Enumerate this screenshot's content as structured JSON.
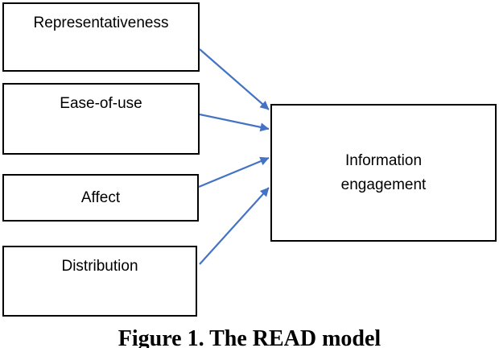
{
  "figure": {
    "caption": "Figure 1. The READ model"
  },
  "diagram": {
    "nodes": [
      {
        "id": "representativeness",
        "label": "Representativeness"
      },
      {
        "id": "ease-of-use",
        "label": "Ease-of-use"
      },
      {
        "id": "affect",
        "label": "Affect"
      },
      {
        "id": "distribution",
        "label": "Distribution"
      },
      {
        "id": "information-engagement",
        "label": "Information\nengagement"
      }
    ],
    "edges": [
      {
        "from": "representativeness",
        "to": "information-engagement"
      },
      {
        "from": "ease-of-use",
        "to": "information-engagement"
      },
      {
        "from": "affect",
        "to": "information-engagement"
      },
      {
        "from": "distribution",
        "to": "information-engagement"
      }
    ],
    "colors": {
      "arrow": "#4472C4",
      "box_border": "#000000",
      "box_fill": "#FFFFFF",
      "text": "#000000"
    }
  }
}
